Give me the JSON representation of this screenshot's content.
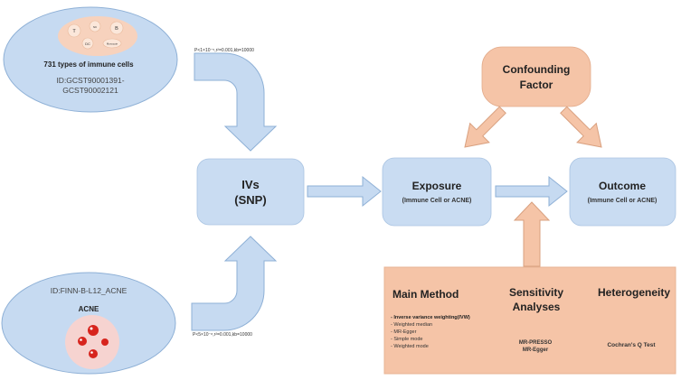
{
  "colors": {
    "blue_fill": "#c6daf1",
    "blue_stroke": "#8eb0d6",
    "box_fill": "#c9dcf2",
    "peach": "#f5c4a7",
    "peach_dark": "#efb894",
    "peach_stroke": "#d9a07f",
    "immune_red": "#d7241d",
    "text": "#222222"
  },
  "immune_cells": {
    "cell_labels": [
      "T",
      "NK",
      "B",
      "DC",
      "Monocyte"
    ],
    "title": "731 types of immune cells",
    "id_line1": "ID:GCST90001391-",
    "id_line2": "GCST90002121",
    "threshold": "P<1×10⁻⁵,r²=0.001,kb=10000"
  },
  "acne": {
    "id": "ID:FINN-B-L12_ACNE",
    "title": "ACNE",
    "threshold": "P<5×10⁻⁸,r²=0.001,kb=10000"
  },
  "ivs": {
    "line1": "IVs",
    "line2": "(SNP)"
  },
  "exposure": {
    "title": "Exposure",
    "subtitle": "(Immune Cell or ACNE)"
  },
  "outcome": {
    "title": "Outcome",
    "subtitle": "(Immune Cell or ACNE)"
  },
  "confounding": {
    "line1": "Confounding",
    "line2": "Factor"
  },
  "methods": {
    "main_title": "Main Method",
    "main_items": [
      "- Inverse variance weighting(IVW)",
      "- Weighted median",
      "- MR-Egger",
      "- Simple mode",
      "- Weighted mode"
    ],
    "sensitivity_title_line1": "Sensitivity",
    "sensitivity_title_line2": "Analyses",
    "sensitivity_items": [
      "MR-PRESSO",
      "MR-Egger"
    ],
    "heterogeneity_title": "Heterogeneity",
    "heterogeneity_items": [
      "Cochran's Q Test"
    ]
  }
}
